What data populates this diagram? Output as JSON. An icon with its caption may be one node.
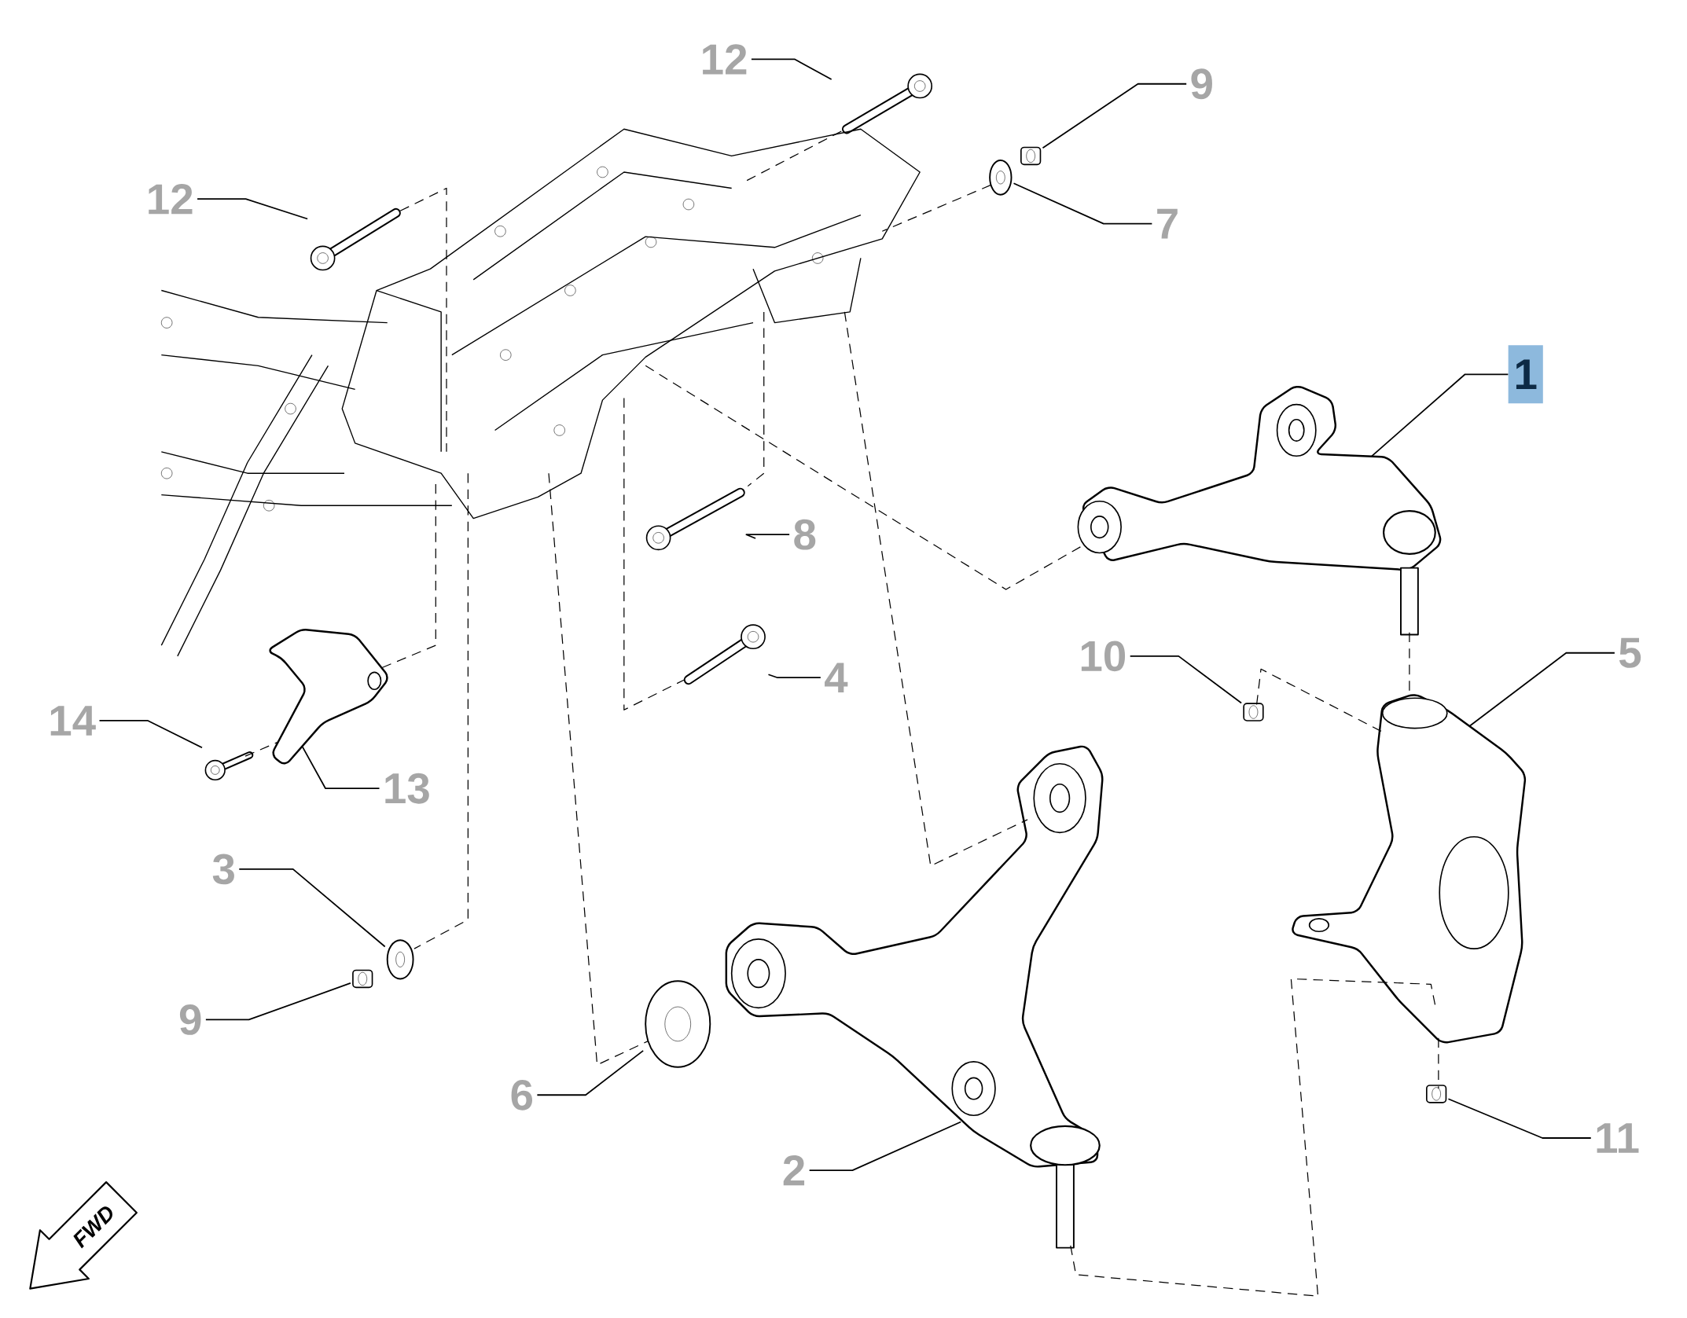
{
  "diagram": {
    "nodes": [
      {
        "text": [
          "12"
        ]
      },
      {
        "text": [],
        "shape": "picture"
      },
      {
        "text": [
          "9"
        ]
      },
      {
        "text": [],
        "shape": "picture"
      },
      {
        "text": [
          "12"
        ]
      },
      {
        "text": [],
        "shape": "picture"
      },
      {
        "text": [
          "7"
        ]
      },
      {
        "text": [],
        "shape": "picture"
      },
      {
        "text": [
          "1"
        ]
      },
      {
        "text": [],
        "shape": "picture"
      },
      {
        "text": [
          "8"
        ]
      },
      {
        "text": [],
        "shape": "picture"
      },
      {
        "text": [
          "10"
        ]
      },
      {
        "text": [],
        "shape": "picture"
      },
      {
        "text": [
          "5"
        ]
      },
      {
        "text": [],
        "shape": "picture"
      },
      {
        "text": [
          "4"
        ]
      },
      {
        "text": [],
        "shape": "picture"
      },
      {
        "text": [
          "14"
        ]
      },
      {
        "text": [],
        "shape": "picture"
      },
      {
        "text": [
          "13"
        ]
      },
      {
        "text": [],
        "shape": "picture"
      },
      {
        "text": [
          "3"
        ]
      },
      {
        "text": [],
        "shape": "picture"
      },
      {
        "text": [
          "9"
        ]
      },
      {
        "text": [],
        "shape": "picture"
      },
      {
        "text": [
          "6"
        ]
      },
      {
        "text": [],
        "shape": "picture"
      },
      {
        "text": [
          "2"
        ]
      },
      {
        "text": [],
        "shape": "picture"
      },
      {
        "text": [
          "11"
        ]
      },
      {
        "text": [],
        "shape": "picture"
      },
      {
        "text": [],
        "shape": "picture"
      }
    ],
    "edges": [
      {
        "from": 0,
        "to": 1,
        "arrow": "none"
      },
      {
        "from": 2,
        "to": 3,
        "arrow": "none"
      },
      {
        "from": 4,
        "to": 5,
        "arrow": "none"
      },
      {
        "from": 6,
        "to": 7,
        "arrow": "none"
      },
      {
        "from": 8,
        "to": 9,
        "arrow": "none"
      },
      {
        "from": 10,
        "to": 11,
        "arrow": "none"
      },
      {
        "from": 12,
        "to": 13,
        "arrow": "none"
      },
      {
        "from": 14,
        "to": 15,
        "arrow": "none"
      },
      {
        "from": 16,
        "to": 17,
        "arrow": "none"
      },
      {
        "from": 18,
        "to": 19,
        "arrow": "none"
      },
      {
        "from": 20,
        "to": 21,
        "arrow": "none"
      },
      {
        "from": 22,
        "to": 23,
        "arrow": "none"
      },
      {
        "from": 24,
        "to": 25,
        "arrow": "none"
      },
      {
        "from": 26,
        "to": 27,
        "arrow": "none"
      },
      {
        "from": 28,
        "to": 29,
        "arrow": "none"
      },
      {
        "from": 30,
        "to": 31,
        "arrow": "none"
      },
      {
        "from": 1,
        "to": 32,
        "arrow": "none",
        "style": "dashed"
      },
      {
        "from": 7,
        "to": 32,
        "arrow": "none",
        "style": "dashed"
      },
      {
        "from": 5,
        "to": 32,
        "arrow": "none",
        "style": "dashed"
      },
      {
        "from": 32,
        "to": 21,
        "arrow": "none",
        "style": "dashed"
      },
      {
        "from": 32,
        "to": 23,
        "arrow": "none",
        "style": "dashed"
      },
      {
        "from": 32,
        "to": 27,
        "arrow": "none",
        "style": "dashed"
      },
      {
        "from": 32,
        "to": 17,
        "arrow": "none",
        "style": "dashed"
      },
      {
        "from": 32,
        "to": 11,
        "arrow": "none",
        "style": "dashed"
      },
      {
        "from": 32,
        "to": 29,
        "arrow": "none",
        "style": "dashed"
      },
      {
        "from": 32,
        "to": 9,
        "arrow": "none",
        "style": "dashed"
      },
      {
        "from": 9,
        "to": 15,
        "arrow": "none",
        "style": "dashed"
      },
      {
        "from": 13,
        "to": 15,
        "arrow": "none",
        "style": "dashed"
      },
      {
        "from": 29,
        "to": 15,
        "arrow": "none",
        "style": "dashed"
      },
      {
        "from": 15,
        "to": 31,
        "arrow": "none",
        "style": "dashed"
      },
      {
        "from": 19,
        "to": 21,
        "arrow": "none",
        "style": "dashed"
      }
    ],
    "labels": [
      "FWD"
    ]
  }
}
